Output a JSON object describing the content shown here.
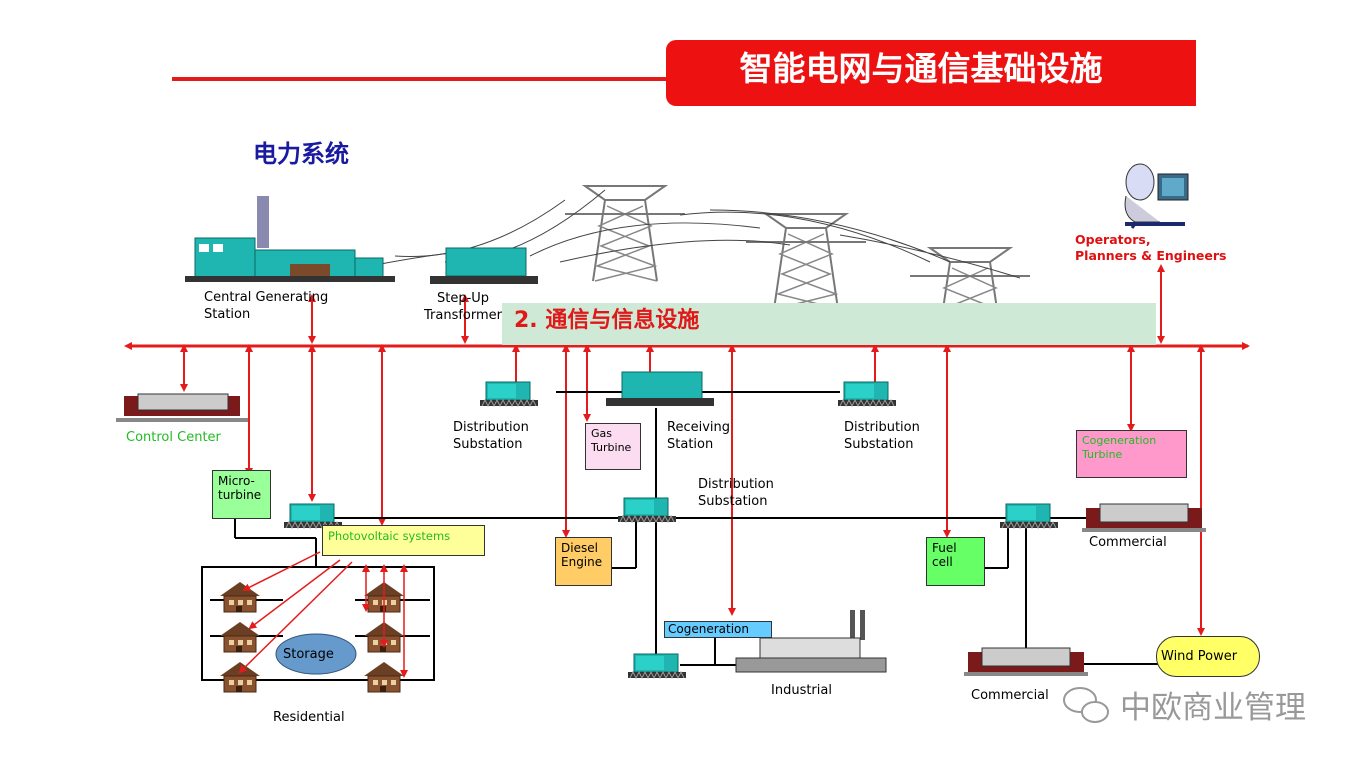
{
  "title": "智能电网与通信基础设施",
  "section_label": "电力系统",
  "info_band_label": "2. 通信与信息设施",
  "operators_label": [
    "Operators,",
    "Planners & Engineers"
  ],
  "labels": {
    "central_station": [
      "Central Generating",
      "Station"
    ],
    "step_up": [
      "Step-Up",
      "Transformer"
    ],
    "control_center": "Control Center",
    "dist_sub_left": [
      "Distribution",
      "Substation"
    ],
    "receiving": [
      "Receiving",
      "Station"
    ],
    "dist_sub_right": [
      "Distribution",
      "Substation"
    ],
    "dist_sub_mid": [
      "Distribution",
      "Substation"
    ],
    "commercial_top": "Commercial",
    "commercial_bottom": "Commercial",
    "industrial": "Industrial",
    "residential": "Residential"
  },
  "boxes": {
    "gas_turbine": [
      "Gas",
      "Turbine"
    ],
    "cogeneration_turbine": [
      "Cogeneration",
      "Turbine"
    ],
    "micro_turbine": [
      "Micro-",
      "turbine"
    ],
    "photovoltaic": "Photovoltaic systems",
    "diesel_engine": [
      "Diesel",
      "Engine"
    ],
    "fuel_cell": [
      "Fuel",
      "cell"
    ],
    "cogeneration": "Cogeneration",
    "storage": "Storage",
    "wind_power": "Wind Power"
  },
  "watermark": "中欧商业管理",
  "colors": {
    "title_bg": "#ee1111",
    "arrow_red": "#e51b1b",
    "info_band": "#cfe9d7",
    "section_blue": "#1a1aa0",
    "equipment_teal": "#1fb5b0",
    "gas_turbine_bg": "#fbdcf0",
    "cogen_turbine_bg": "#ff99cc",
    "micro_turbine_bg": "#99ff99",
    "photovoltaic_bg": "#ffff99",
    "diesel_bg": "#ffcc66",
    "fuel_cell_bg": "#66ff66",
    "cogeneration_bg": "#66ccff",
    "storage_bg": "#6699cc",
    "wind_bg": "#ffff66",
    "green_text": "#22bb22"
  },
  "icons": [
    "power-plant-icon",
    "transformer-icon",
    "transmission-tower-icon",
    "operator-at-computer-icon",
    "control-center-icon",
    "substation-icon",
    "house-icon",
    "factory-icon",
    "commercial-building-icon",
    "wechat-logo-icon"
  ]
}
